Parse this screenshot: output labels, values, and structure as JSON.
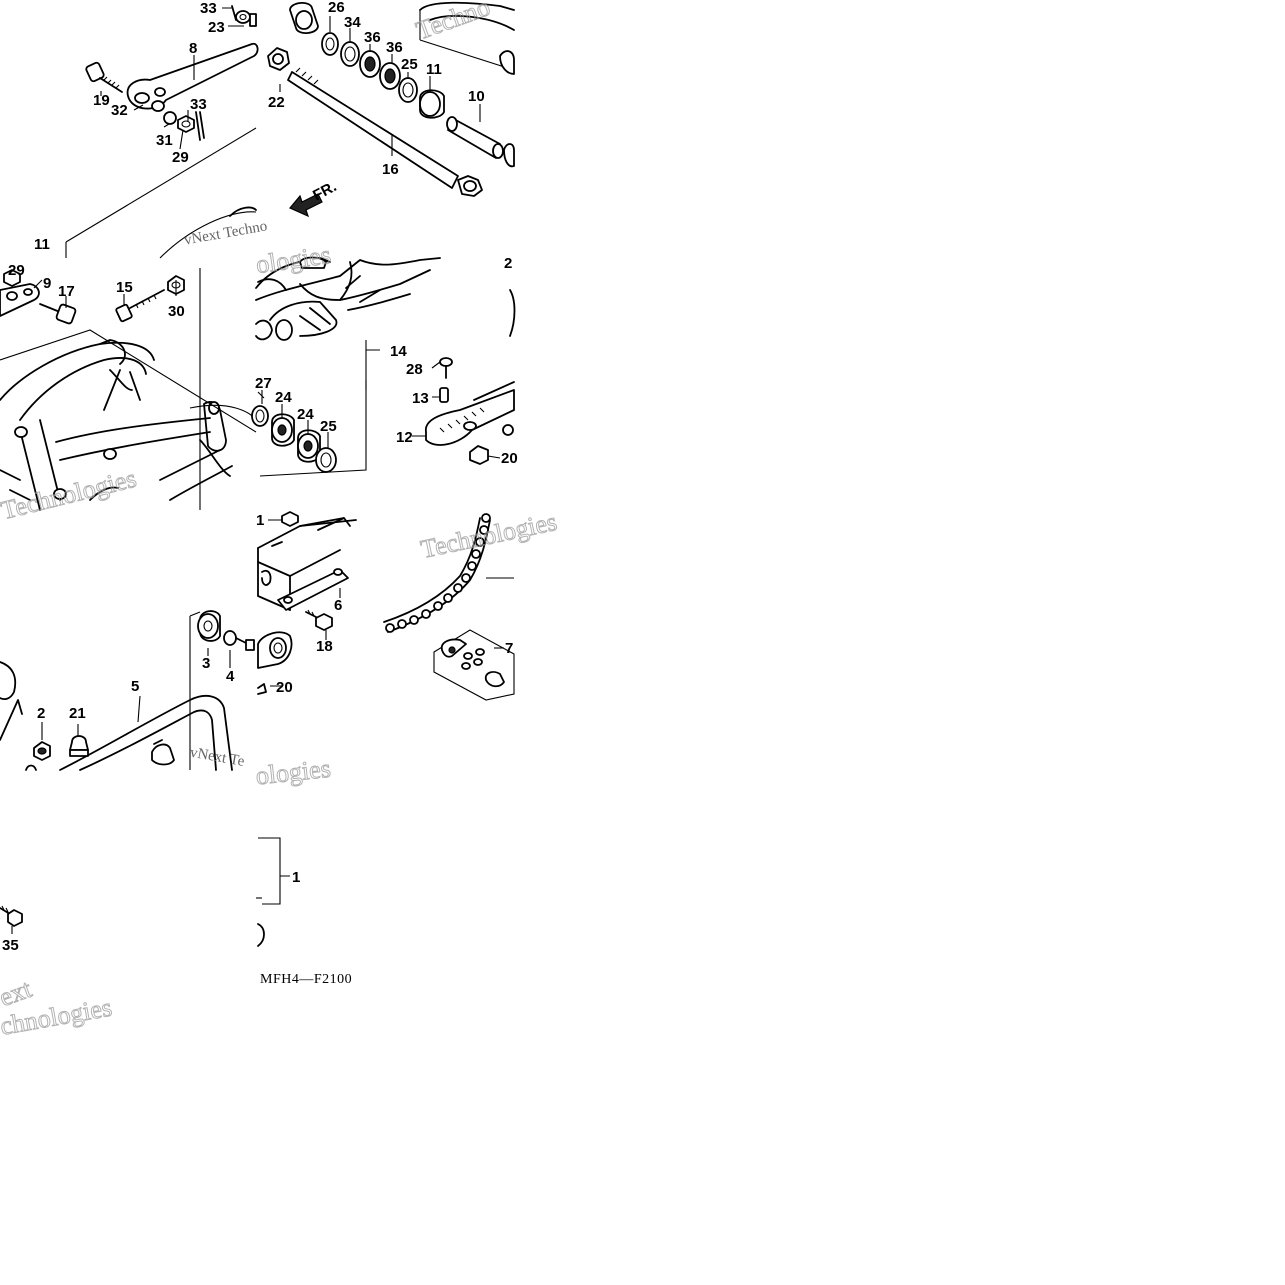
{
  "diagram": {
    "code": "MFH4—F2100",
    "direction_label": "FR.",
    "watermarks": [
      "Techno",
      "vNext Techno",
      "ologies",
      "Technologies",
      "Technologies",
      "vNext Te",
      "ologies",
      "ext",
      "chnologies"
    ],
    "callouts": [
      {
        "id": "c33a",
        "text": "33"
      },
      {
        "id": "c23",
        "text": "23"
      },
      {
        "id": "c8",
        "text": "8"
      },
      {
        "id": "c19",
        "text": "19"
      },
      {
        "id": "c32",
        "text": "32"
      },
      {
        "id": "c33b",
        "text": "33"
      },
      {
        "id": "c31",
        "text": "31"
      },
      {
        "id": "c29a",
        "text": "29"
      },
      {
        "id": "c26",
        "text": "26"
      },
      {
        "id": "c34",
        "text": "34"
      },
      {
        "id": "c36a",
        "text": "36"
      },
      {
        "id": "c36b",
        "text": "36"
      },
      {
        "id": "c25a",
        "text": "25"
      },
      {
        "id": "c11a",
        "text": "11"
      },
      {
        "id": "c10",
        "text": "10"
      },
      {
        "id": "c22",
        "text": "22"
      },
      {
        "id": "c16",
        "text": "16"
      },
      {
        "id": "c11b",
        "text": "11"
      },
      {
        "id": "c29b",
        "text": "29"
      },
      {
        "id": "c9",
        "text": "9"
      },
      {
        "id": "c17",
        "text": "17"
      },
      {
        "id": "c15",
        "text": "15"
      },
      {
        "id": "c30",
        "text": "30"
      },
      {
        "id": "c2a",
        "text": "2"
      },
      {
        "id": "c14",
        "text": "14"
      },
      {
        "id": "c28",
        "text": "28"
      },
      {
        "id": "c13",
        "text": "13"
      },
      {
        "id": "c12",
        "text": "12"
      },
      {
        "id": "c20a",
        "text": "20"
      },
      {
        "id": "c27",
        "text": "27"
      },
      {
        "id": "c24a",
        "text": "24"
      },
      {
        "id": "c24b",
        "text": "24"
      },
      {
        "id": "c25b",
        "text": "25"
      },
      {
        "id": "c1a",
        "text": "1"
      },
      {
        "id": "c6",
        "text": "6"
      },
      {
        "id": "c18",
        "text": "18"
      },
      {
        "id": "c7",
        "text": "7"
      },
      {
        "id": "c3",
        "text": "3"
      },
      {
        "id": "c4",
        "text": "4"
      },
      {
        "id": "c20b",
        "text": "20"
      },
      {
        "id": "c5",
        "text": "5"
      },
      {
        "id": "c2b",
        "text": "2"
      },
      {
        "id": "c21",
        "text": "21"
      },
      {
        "id": "c1b",
        "text": "1"
      },
      {
        "id": "c35",
        "text": "35"
      }
    ]
  }
}
